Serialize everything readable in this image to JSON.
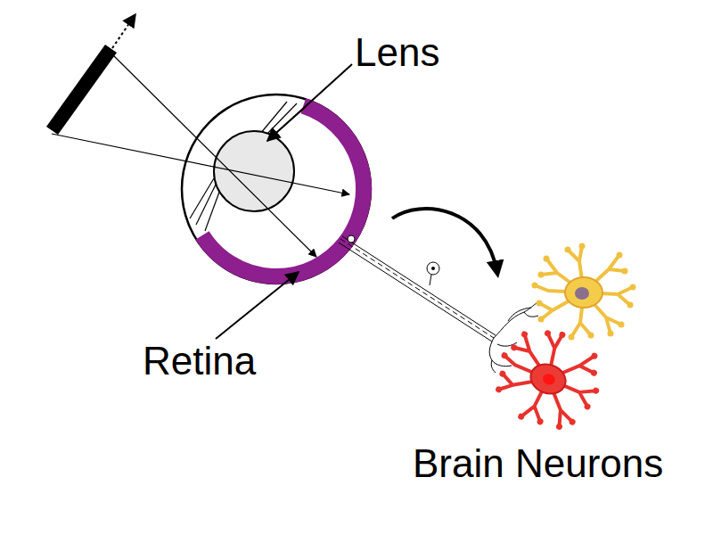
{
  "diagram": {
    "labels": [
      "Lens",
      "Retina",
      "Brain Neurons"
    ]
  }
}
